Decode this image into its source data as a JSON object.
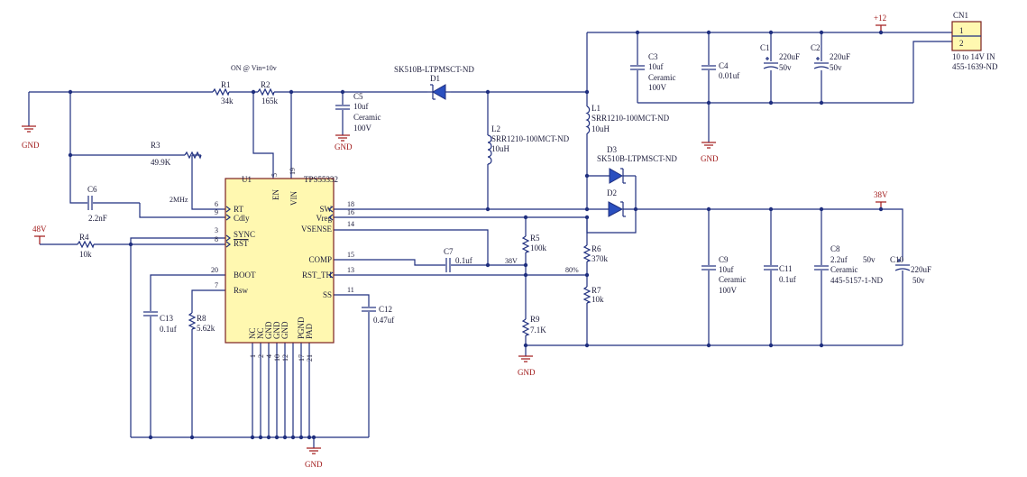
{
  "ic": {
    "ref": "U1",
    "part": "TPS55332",
    "left_pins": [
      "RT",
      "Cdly",
      "SYNC",
      "RST",
      "BOOT",
      "Rsw"
    ],
    "left_pin_numbers": [
      "6",
      "9",
      "3",
      "8",
      "20",
      "7"
    ],
    "right_pins": [
      "SW",
      "Vreg",
      "VSENSE",
      "COMP",
      "RST_TH",
      "SS"
    ],
    "right_pin_numbers": [
      "18",
      "16",
      "14",
      "15",
      "13",
      "11"
    ],
    "top_pins": [
      "EN",
      "VIN"
    ],
    "top_pin_numbers": [
      "5",
      "19"
    ],
    "bottom_pins": [
      "NC",
      "NC",
      "GND",
      "GND",
      "GND",
      "PGND",
      "PAD"
    ],
    "bottom_pin_numbers": [
      "1",
      "2",
      "4",
      "10",
      "12",
      "17",
      "21"
    ]
  },
  "resistors": {
    "r1": {
      "ref": "R1",
      "value": "34k"
    },
    "r2": {
      "ref": "R2",
      "value": "165k"
    },
    "r3": {
      "ref": "R3",
      "value": "49.9K"
    },
    "r4": {
      "ref": "R4",
      "value": "10k"
    },
    "r5": {
      "ref": "R5",
      "value": "100k"
    },
    "r6": {
      "ref": "R6",
      "value": "370k"
    },
    "r7": {
      "ref": "R7",
      "value": "10k"
    },
    "r8": {
      "ref": "R8",
      "value": "5.62k"
    },
    "r9": {
      "ref": "R9",
      "value": "7.1K"
    }
  },
  "capacitors": {
    "c1": {
      "ref": "C1",
      "value": "220uF",
      "volt": "50v"
    },
    "c2": {
      "ref": "C2",
      "value": "220uF",
      "volt": "50v"
    },
    "c3": {
      "ref": "C3",
      "value": "10uf",
      "type": "Ceramic",
      "volt": "100V"
    },
    "c4": {
      "ref": "C4",
      "value": "0.01uf"
    },
    "c5": {
      "ref": "C5",
      "value": "10uf",
      "type": "Ceramic",
      "volt": "100V"
    },
    "c6": {
      "ref": "C6",
      "value": "2.2nF"
    },
    "c7": {
      "ref": "C7",
      "value": "0.1uf"
    },
    "c8": {
      "ref": "C8",
      "value": "2.2uf",
      "volt": "50v",
      "type": "Ceramic",
      "part": "445-5157-1-ND"
    },
    "c9": {
      "ref": "C9",
      "value": "10uf",
      "type": "Ceramic",
      "volt": "100V"
    },
    "c10": {
      "ref": "C10",
      "value": "220uF",
      "volt": "50v"
    },
    "c11": {
      "ref": "C11",
      "value": "0.1uf"
    },
    "c12": {
      "ref": "C12",
      "value": "0.47uf"
    },
    "c13": {
      "ref": "C13",
      "value": "0.1uf"
    }
  },
  "inductors": {
    "l1": {
      "ref": "L1",
      "part": "SRR1210-100MCT-ND",
      "value": "10uH"
    },
    "l2": {
      "ref": "L2",
      "part": "SRR1210-100MCT-ND",
      "value": "10uH"
    }
  },
  "diodes": {
    "d1": {
      "ref": "D1",
      "part": "SK510B-LTPMSCT-ND"
    },
    "d2": {
      "ref": "D2"
    },
    "d3": {
      "ref": "D3",
      "part": "SK510B-LTPMSCT-ND"
    }
  },
  "connector": {
    "ref": "CN1",
    "pins": [
      "1",
      "2"
    ],
    "desc": "10 to 14V IN",
    "part": "455-1639-ND"
  },
  "ports": {
    "p12": "+12",
    "p38": "38V",
    "p48": "48V"
  },
  "grounds": [
    "GND",
    "GND",
    "GND",
    "GND",
    "GND"
  ],
  "notes": {
    "on_at": "ON @ Vin=10v",
    "freq": "2MHz",
    "rst_38v": "38V",
    "pct_80": "80%"
  }
}
